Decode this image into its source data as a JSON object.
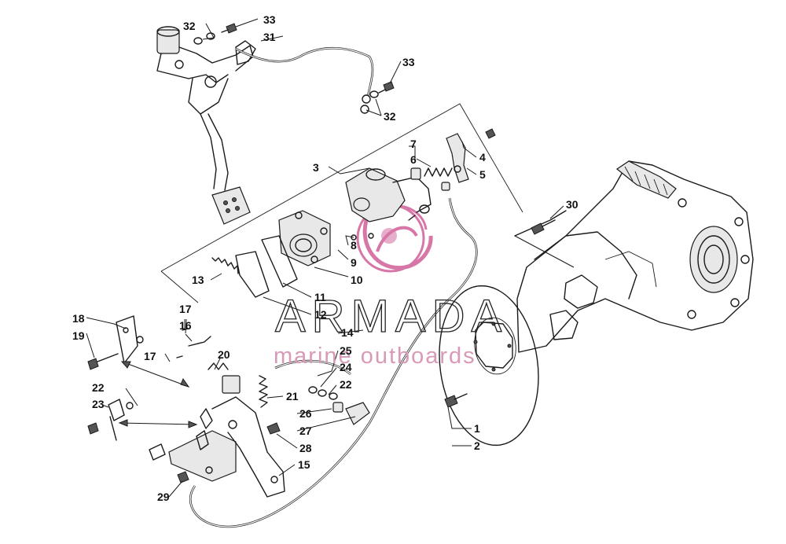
{
  "watermark": {
    "brand": "ARMADA",
    "tagline": "marine outboards",
    "accent_color": "#d0609a"
  },
  "callouts": [
    {
      "id": "c1",
      "label": "1"
    },
    {
      "id": "c2",
      "label": "2"
    },
    {
      "id": "c3",
      "label": "3"
    },
    {
      "id": "c4",
      "label": "4"
    },
    {
      "id": "c5",
      "label": "5"
    },
    {
      "id": "c6",
      "label": "6"
    },
    {
      "id": "c7",
      "label": "7"
    },
    {
      "id": "c8",
      "label": "8"
    },
    {
      "id": "c9",
      "label": "9"
    },
    {
      "id": "c10",
      "label": "10"
    },
    {
      "id": "c11",
      "label": "11"
    },
    {
      "id": "c12",
      "label": "12"
    },
    {
      "id": "c13",
      "label": "13"
    },
    {
      "id": "c14",
      "label": "14"
    },
    {
      "id": "c15",
      "label": "15"
    },
    {
      "id": "c16",
      "label": "16"
    },
    {
      "id": "c17a",
      "label": "17"
    },
    {
      "id": "c17b",
      "label": "17"
    },
    {
      "id": "c18",
      "label": "18"
    },
    {
      "id": "c19",
      "label": "19"
    },
    {
      "id": "c20",
      "label": "20"
    },
    {
      "id": "c21",
      "label": "21"
    },
    {
      "id": "c22a",
      "label": "22"
    },
    {
      "id": "c22b",
      "label": "22"
    },
    {
      "id": "c23",
      "label": "23"
    },
    {
      "id": "c24",
      "label": "24"
    },
    {
      "id": "c25",
      "label": "25"
    },
    {
      "id": "c26",
      "label": "26"
    },
    {
      "id": "c27",
      "label": "27"
    },
    {
      "id": "c28",
      "label": "28"
    },
    {
      "id": "c29",
      "label": "29"
    },
    {
      "id": "c30",
      "label": "30"
    },
    {
      "id": "c31",
      "label": "31"
    },
    {
      "id": "c32a",
      "label": "32"
    },
    {
      "id": "c32b",
      "label": "32"
    },
    {
      "id": "c33a",
      "label": "33"
    },
    {
      "id": "c33b",
      "label": "33"
    }
  ]
}
